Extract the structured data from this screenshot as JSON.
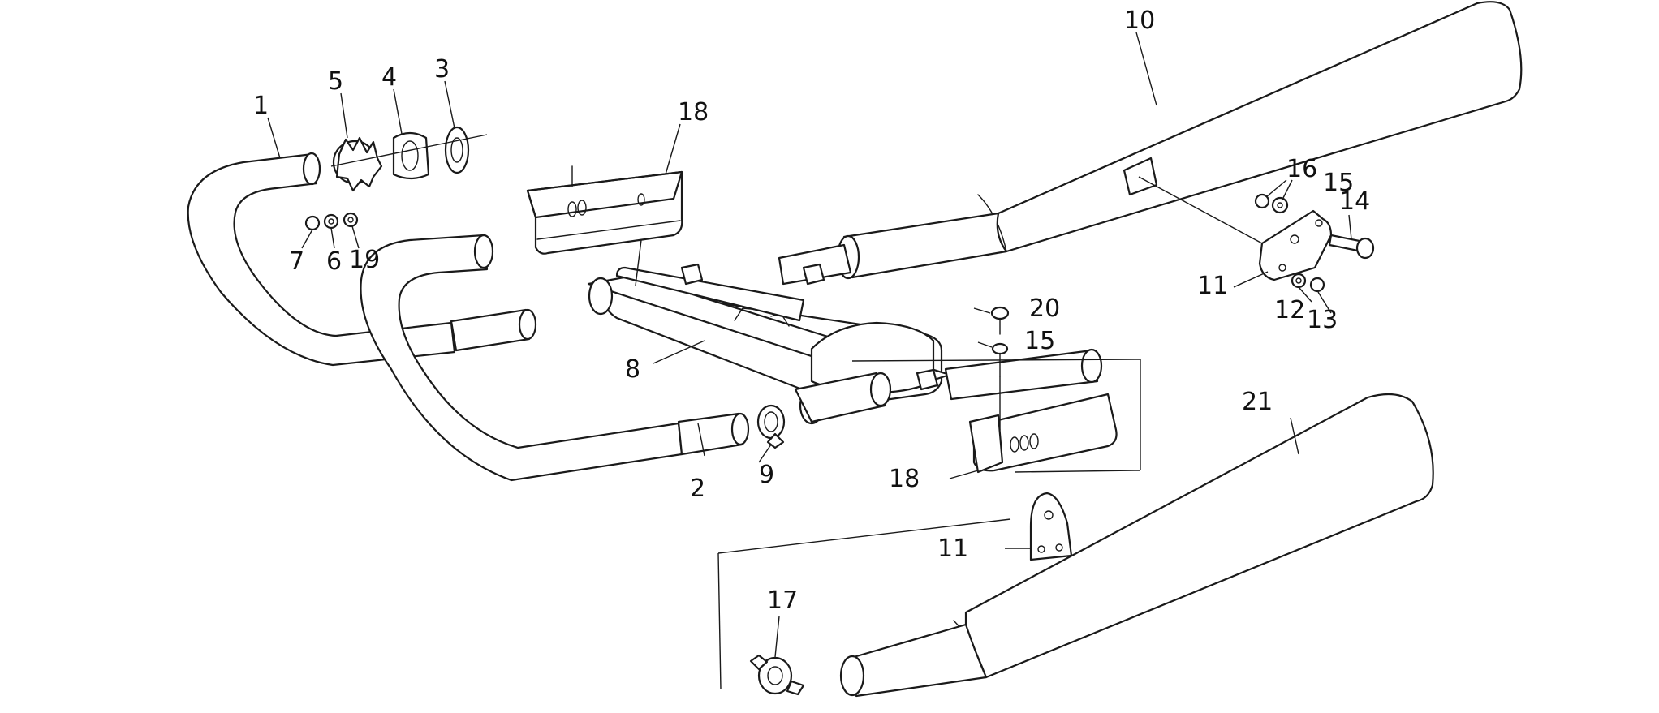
{
  "callouts": {
    "c1": "1",
    "c2": "2",
    "c3": "3",
    "c4": "4",
    "c5": "5",
    "c6": "6",
    "c7": "7",
    "c8": "8",
    "c9": "9",
    "c10": "10",
    "c11a": "11",
    "c11b": "11",
    "c12": "12",
    "c13": "13",
    "c14": "14",
    "c15a": "15",
    "c15b": "15",
    "c16": "16",
    "c17": "17",
    "c18a": "18",
    "c18b": "18",
    "c19": "19",
    "c20": "20",
    "c21": "21"
  },
  "colors": {
    "line": "#1a1a1a",
    "background": "#ffffff"
  }
}
